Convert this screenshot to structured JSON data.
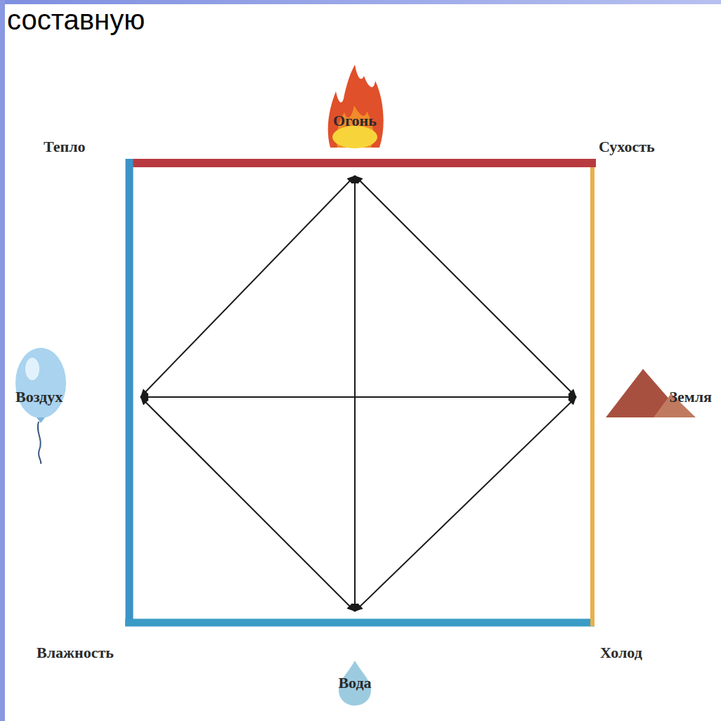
{
  "diagram": {
    "nodes": [
      {
        "text": [
          "Огонь"
        ]
      },
      {
        "text": [
          "Воздух"
        ]
      },
      {
        "text": [
          "Земля"
        ]
      },
      {
        "text": [
          "Вода"
        ]
      }
    ],
    "edges": [
      {
        "from": 0,
        "to": 1,
        "arrow": "both"
      },
      {
        "from": 0,
        "to": 2,
        "arrow": "both"
      },
      {
        "from": 0,
        "to": 3,
        "arrow": "both"
      },
      {
        "from": 1,
        "to": 2,
        "arrow": "both"
      },
      {
        "from": 1,
        "to": 3,
        "arrow": "both"
      },
      {
        "from": 2,
        "to": 3,
        "arrow": "both"
      }
    ],
    "labels": [
      "составную",
      "Тепло",
      "Сухость",
      "Влажность",
      "Холод"
    ]
  }
}
